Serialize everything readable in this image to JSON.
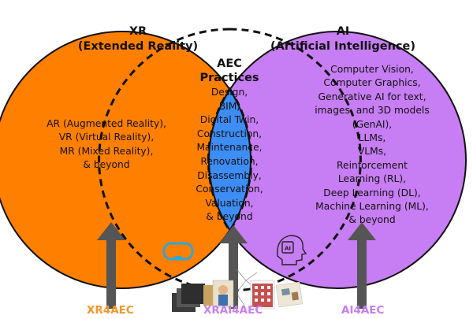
{
  "xr": {
    "title": "XR",
    "subtitle": "(Extended Reality)",
    "items": [
      "AR (Augmented Reality),",
      "VR (Virtual Reality),",
      "MR (Mixed Reality),",
      "& beyond"
    ],
    "color": "#FF7F00"
  },
  "ai": {
    "title": "AI",
    "subtitle": "(Artificial Intelligence)",
    "items": [
      "Computer Vision,",
      "Computer Graphics,",
      "Generative AI for text,",
      "images, and 3D models",
      "(GenAI),",
      "LLMs,",
      "VLMs,",
      "Reinforcement",
      "Learning (RL),",
      "Deep Learning (DL),",
      "Machine Learning (ML),",
      "& beyond"
    ],
    "color": "#C77DF3"
  },
  "aec": {
    "title_line1": "AEC",
    "title_line2": "Practices",
    "items": [
      "Design,",
      "BIM,",
      "Digital Twin,",
      "Construction,",
      "Maintenance,",
      "Renovation,",
      "Disassembly,",
      "Conservation,",
      "Valuation,",
      "& beyond"
    ],
    "color": "#3D8DF5"
  },
  "labels": {
    "xr4aec": "XR4AEC",
    "xrai4aec": "XRAI4AEC",
    "ai4aec": "AI4AEC"
  },
  "colors": {
    "label_orange": "#F5962A",
    "label_purple": "#C77DF3",
    "arrow_gray": "#555555",
    "outline": "#111111"
  }
}
